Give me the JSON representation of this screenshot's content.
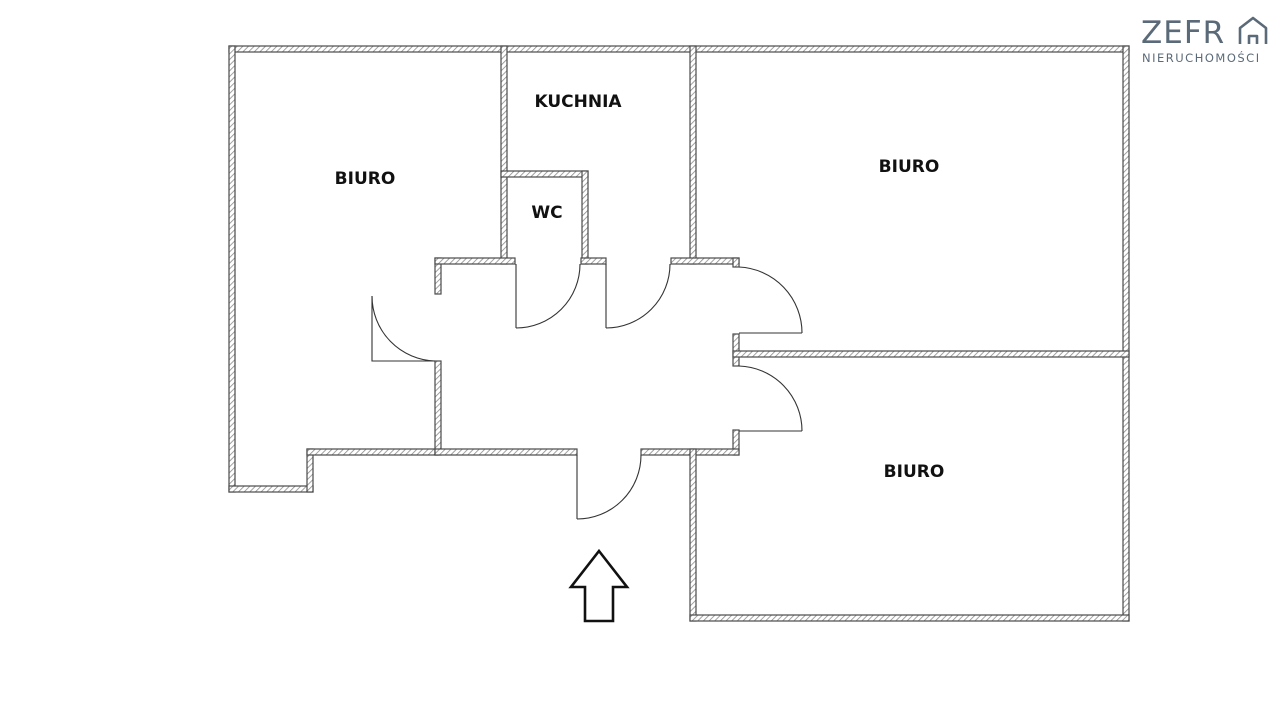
{
  "rooms": {
    "office_left": "BIURO",
    "kitchen": "KUCHNIA",
    "wc": "WC",
    "office_top_right": "BIURO",
    "office_bottom_right": "BIURO"
  },
  "logo": {
    "wordmark": "ZEFR",
    "subtitle": "NIERUCHOMOŚCI",
    "color": "#5b6a78"
  },
  "colors": {
    "wall_outline": "#4a4a4a",
    "hatch": "#8a8a8a",
    "text": "#111111"
  },
  "icons": {
    "entrance": "up-arrow-icon",
    "logo_mark": "house-roof-icon"
  }
}
